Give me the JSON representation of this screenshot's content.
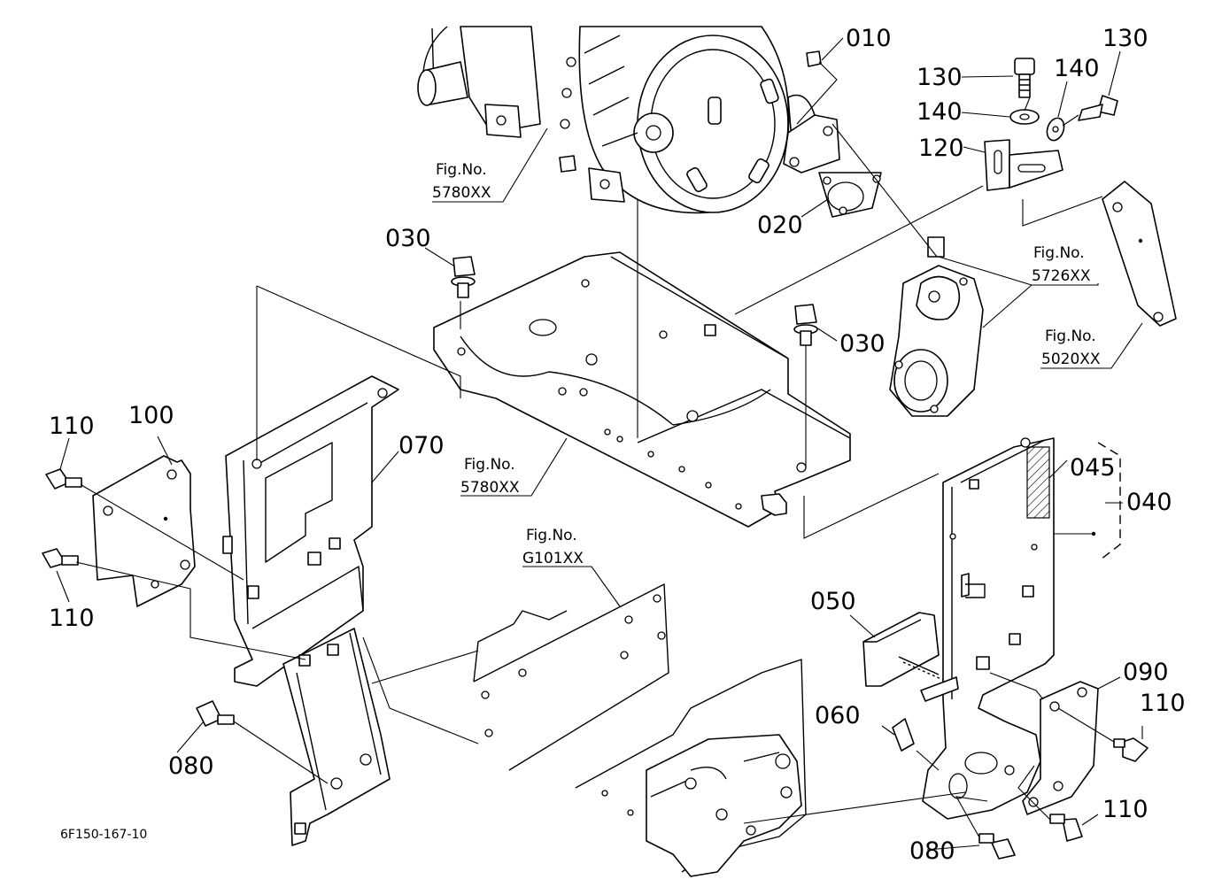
{
  "drawing_code": "6F150-167-10",
  "callouts": [
    {
      "id": "010",
      "text": "010"
    },
    {
      "id": "020",
      "text": "020"
    },
    {
      "id": "030a",
      "text": "030"
    },
    {
      "id": "030b",
      "text": "030"
    },
    {
      "id": "040",
      "text": "040"
    },
    {
      "id": "045",
      "text": "045"
    },
    {
      "id": "050",
      "text": "050"
    },
    {
      "id": "060",
      "text": "060"
    },
    {
      "id": "070",
      "text": "070"
    },
    {
      "id": "080a",
      "text": "080"
    },
    {
      "id": "080b",
      "text": "080"
    },
    {
      "id": "090",
      "text": "090"
    },
    {
      "id": "100",
      "text": "100"
    },
    {
      "id": "110a",
      "text": "110"
    },
    {
      "id": "110b",
      "text": "110"
    },
    {
      "id": "110c",
      "text": "110"
    },
    {
      "id": "110d",
      "text": "110"
    },
    {
      "id": "120",
      "text": "120"
    },
    {
      "id": "130a",
      "text": "130"
    },
    {
      "id": "130b",
      "text": "130"
    },
    {
      "id": "140a",
      "text": "140"
    },
    {
      "id": "140b",
      "text": "140"
    }
  ],
  "figure_refs": [
    {
      "id": "fig-5780-top",
      "label": "Fig.No.",
      "number": "5780XX"
    },
    {
      "id": "fig-5780-mid",
      "label": "Fig.No.",
      "number": "5780XX"
    },
    {
      "id": "fig-5726",
      "label": "Fig.No.",
      "number": "5726XX"
    },
    {
      "id": "fig-5020",
      "label": "Fig.No.",
      "number": "5020XX"
    },
    {
      "id": "fig-g101",
      "label": "Fig.No.",
      "number": "G101XX"
    }
  ]
}
